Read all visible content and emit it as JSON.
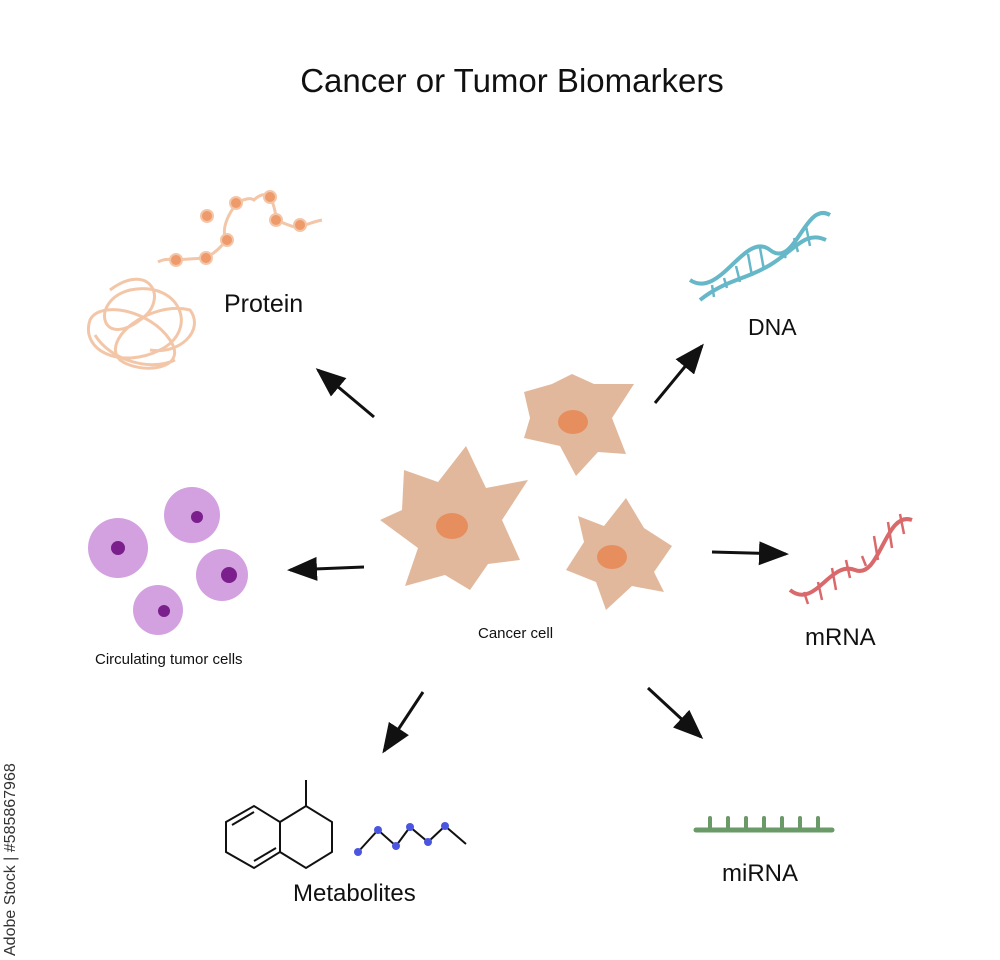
{
  "title": "Cancer or Tumor Biomarkers",
  "labels": {
    "protein": "Protein",
    "dna": "DNA",
    "mrna": "mRNA",
    "mirna": "miRNA",
    "metabolites": "Metabolites",
    "circulating_tumor_cells": "Circulating tumor cells",
    "cancer_cell": "Cancer cell"
  },
  "watermark": "Adobe Stock | #585867968",
  "colors": {
    "cell_body": "#e2b89c",
    "cell_nucleus": "#e78e5e",
    "protein": "#f3c6a8",
    "protein_bead": "#ee9a6a",
    "dna": "#66b7c8",
    "mrna": "#d9696a",
    "mirna": "#6a9a68",
    "ctc_body": "#d3a1e0",
    "ctc_nucleus": "#7a1f8c",
    "metabolite_dot": "#4a55e0",
    "arrow": "#111111"
  }
}
